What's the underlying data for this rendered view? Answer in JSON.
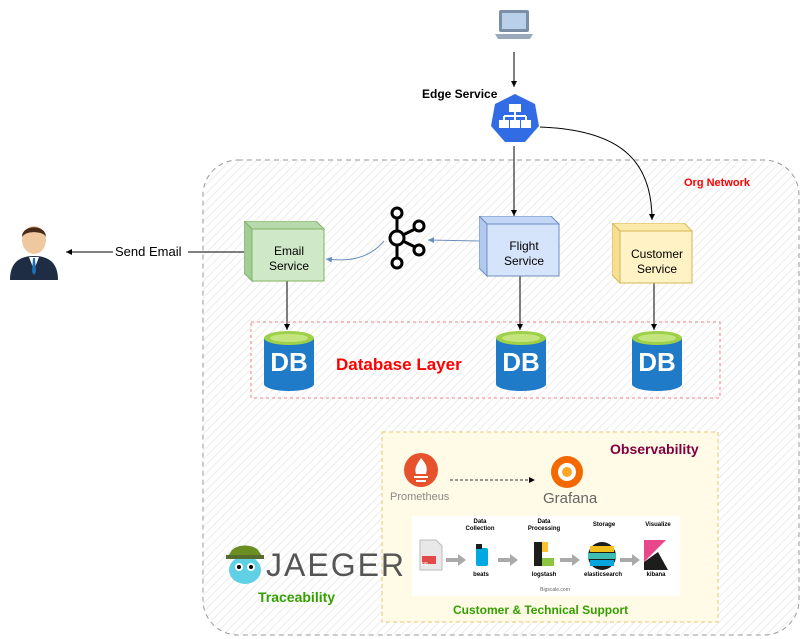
{
  "labels": {
    "edge_service": "Edge Service",
    "org_network": "Org Network",
    "send_email": "Send Email",
    "email_service": [
      "Email",
      "Service"
    ],
    "flight_service": [
      "Flight",
      "Service"
    ],
    "customer_service": [
      "Customer",
      "Service"
    ],
    "db": "DB",
    "database_layer": "Database Layer",
    "observability": "Observability",
    "prometheus": "Prometheus",
    "grafana": "Grafana",
    "jaeger": "JAEGER",
    "traceability": "Traceability",
    "support": "Customer & Technical Support"
  },
  "elk": {
    "stage_titles": [
      "Data\nCollection",
      "Data\nProcessing",
      "Storage",
      "Visualize"
    ],
    "tools": [
      "log",
      "beats",
      "logstash",
      "elasticsearch",
      "kibana"
    ],
    "footer": "Bigscale.com"
  },
  "colors": {
    "red_label": "#ff0000",
    "observability": "#800040",
    "traceability": "#33a000",
    "email_box": "#cfe9c8",
    "flight_box": "#d6e4fb",
    "customer_box": "#fff2c4",
    "db_blue": "#1f7ac7"
  }
}
